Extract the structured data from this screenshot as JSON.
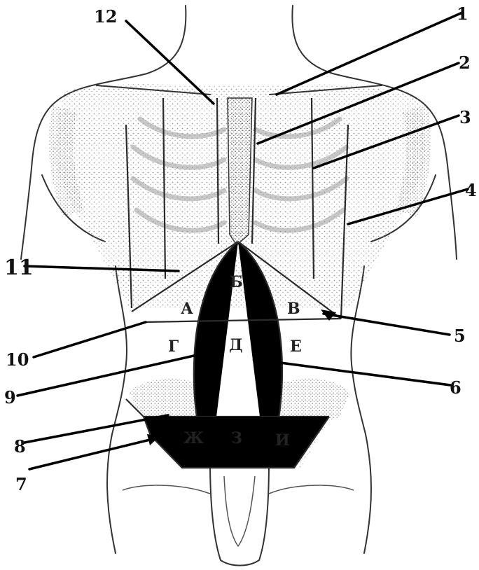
{
  "callouts": [
    {
      "id": "1",
      "text": "1"
    },
    {
      "id": "2",
      "text": "2"
    },
    {
      "id": "3",
      "text": "3"
    },
    {
      "id": "4",
      "text": "4"
    },
    {
      "id": "5",
      "text": "5"
    },
    {
      "id": "6",
      "text": "6"
    },
    {
      "id": "7",
      "text": "7"
    },
    {
      "id": "8",
      "text": "8"
    },
    {
      "id": "9",
      "text": "9"
    },
    {
      "id": "10",
      "text": "10"
    },
    {
      "id": "11",
      "text": "11"
    },
    {
      "id": "12",
      "text": "12"
    }
  ],
  "regions": {
    "a": "А",
    "b": "Б",
    "v": "В",
    "g": "Г",
    "d": "Д",
    "e": "Е",
    "zh": "Ж",
    "z": "З",
    "i": "И"
  }
}
